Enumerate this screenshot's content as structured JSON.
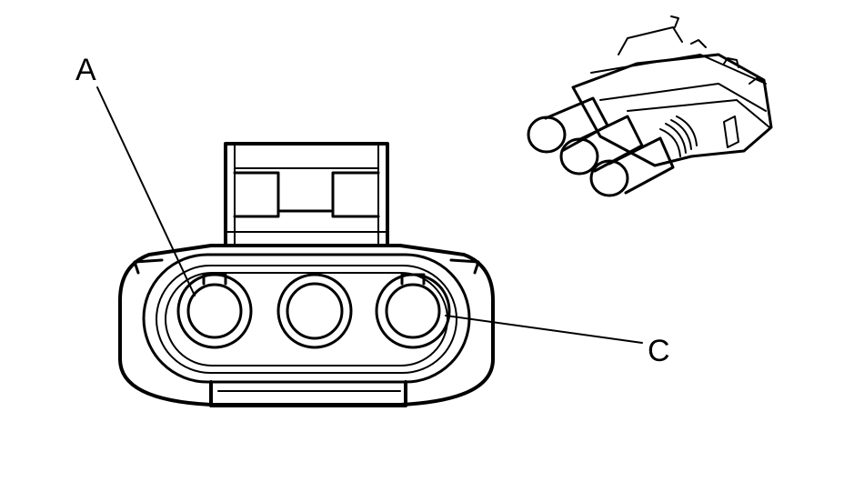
{
  "diagram": {
    "callouts": [
      {
        "id": "A",
        "label": "A"
      },
      {
        "id": "C",
        "label": "C"
      }
    ],
    "colors": {
      "line": "#000000",
      "background": "#ffffff"
    }
  }
}
